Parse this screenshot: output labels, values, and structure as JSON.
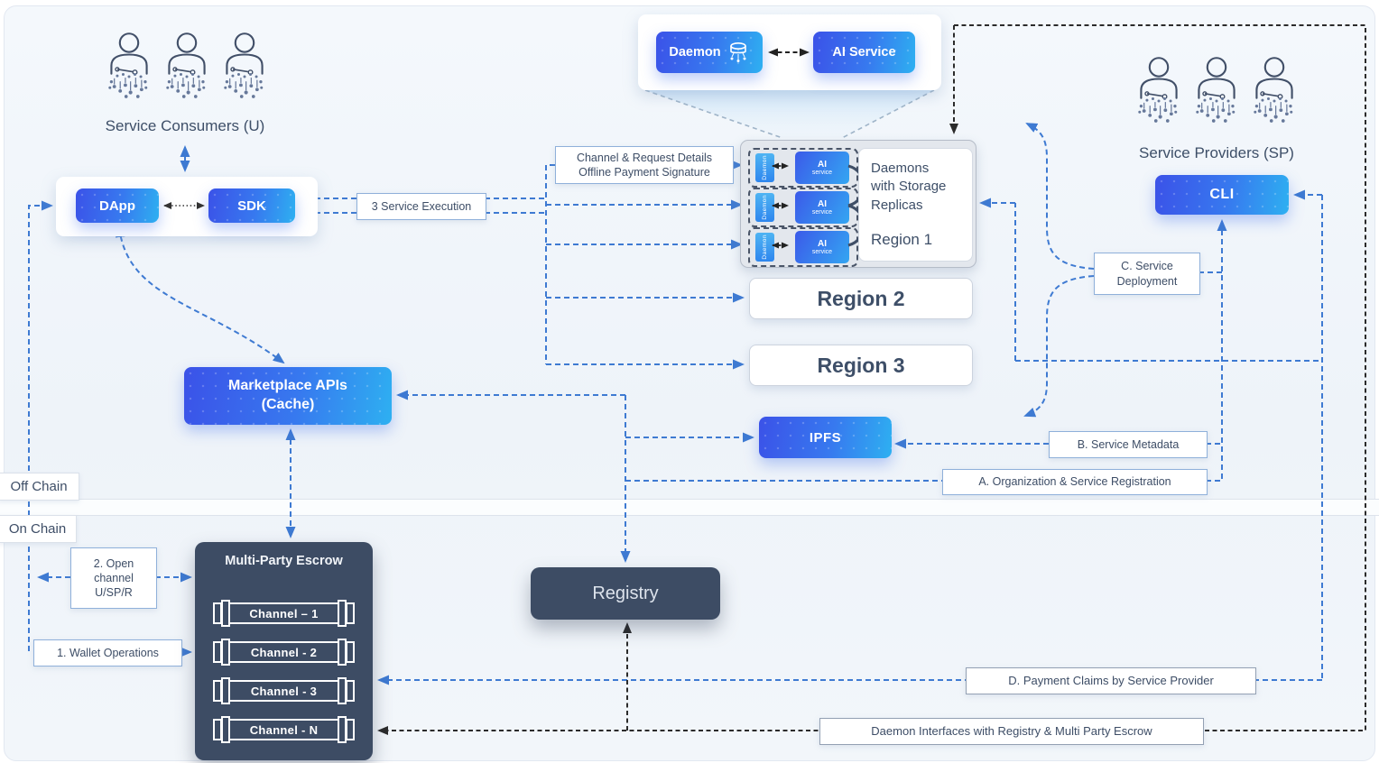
{
  "nodes": {
    "service_consumers": "Service Consumers (U)",
    "dapp": "DApp",
    "sdk": "SDK",
    "daemon": "Daemon",
    "ai_service": "AI Service",
    "region1": {
      "daemon_small": "Daemon",
      "ai_small_top": "AI",
      "ai_small_bottom": "service",
      "note_line1": "Daemons",
      "note_line2": "with Storage",
      "note_line3": "Replicas",
      "region_label": "Region 1"
    },
    "region2": "Region 2",
    "region3": "Region 3",
    "service_providers": "Service Providers (SP)",
    "cli": "CLI",
    "marketplace_line1": "Marketplace APIs",
    "marketplace_line2": "(Cache)",
    "ipfs": "IPFS",
    "registry": "Registry",
    "escrow": {
      "title": "Multi-Party Escrow",
      "channels": [
        "Channel – 1",
        "Channel - 2",
        "Channel - 3",
        "Channel - N"
      ]
    }
  },
  "annotations": {
    "service_execution": "3 Service Execution",
    "channel_request_line1": "Channel & Request Details",
    "channel_request_line2": "Offline Payment Signature",
    "service_deployment_line1": "C. Service",
    "service_deployment_line2": "Deployment",
    "service_metadata": "B. Service Metadata",
    "org_service_registration": "A. Organization & Service Registration",
    "off_chain": "Off Chain",
    "on_chain": "On Chain",
    "open_channel_line1": "2. Open",
    "open_channel_line2": "channel",
    "open_channel_line3": "U/SP/R",
    "wallet_operations": "1. Wallet Operations",
    "payment_claims": "D. Payment Claims by Service Provider",
    "daemon_interfaces": "Daemon Interfaces with Registry & Multi Party Escrow"
  },
  "colors": {
    "accent_blue": "#3e7ad2",
    "gradient_start": "#3b52e8",
    "gradient_end": "#2eb0f1",
    "dark_panel": "#3d4c64",
    "text": "#3d4d66",
    "black_dash": "#2b2b2b"
  }
}
